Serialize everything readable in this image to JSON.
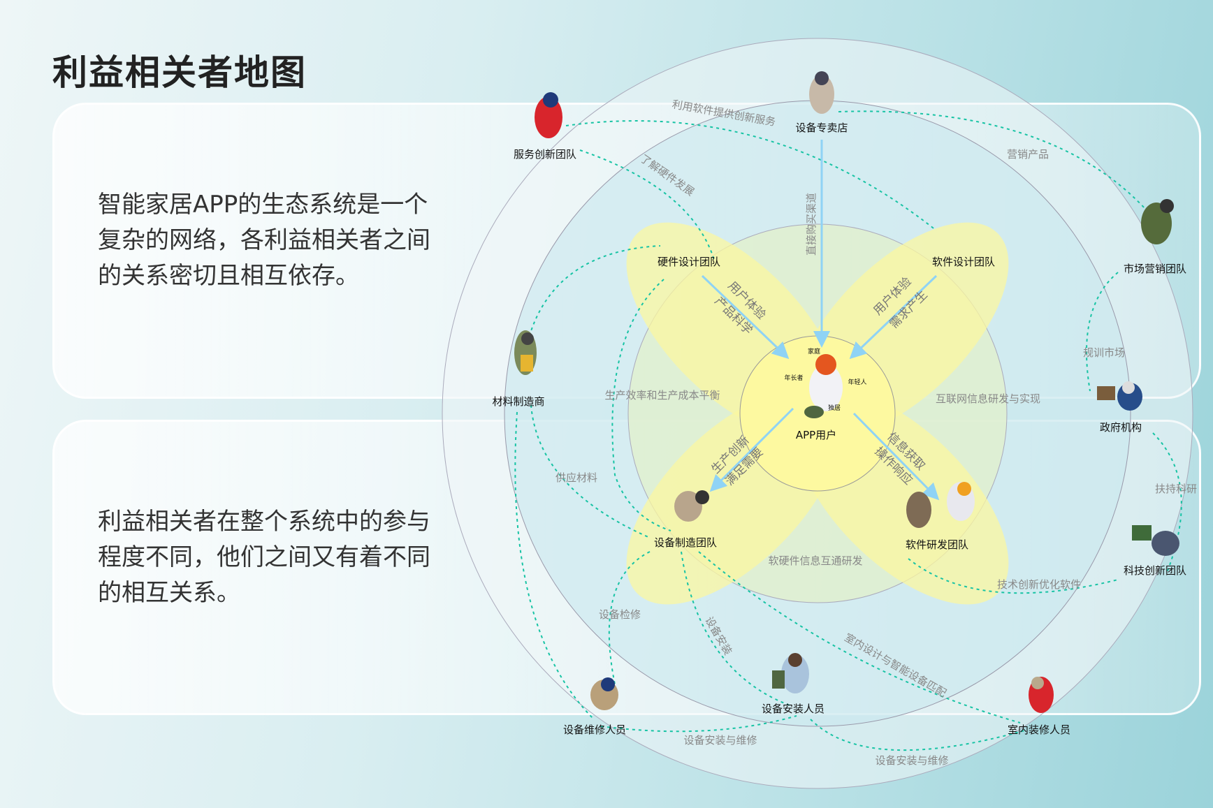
{
  "title": "利益相关者地图",
  "paragraphs": [
    [
      "智能家居APP的生态系统是一个",
      "复杂的网络，各利益相关者之间",
      "的关系密切且相互依存。"
    ],
    [
      "利益相关者在整个系统中的参与",
      "程度不同，他们之间又有着不同",
      "的相互关系。"
    ]
  ],
  "center": {
    "label": "APP用户",
    "segments": [
      "家庭",
      "年长者",
      "年轻人",
      "独居"
    ]
  },
  "nodes": {
    "store": "设备专卖店",
    "service": "服务创新团队",
    "marketing": "市场营销团队",
    "government": "政府机构",
    "tech": "科技创新团队",
    "decorator": "室内装修人员",
    "installer": "设备安装人员",
    "repairer": "设备维修人员",
    "material": "材料制造商",
    "hardware": "硬件设计团队",
    "software_design": "软件设计团队",
    "manufacturing": "设备制造团队",
    "software_dev": "软件研发团队"
  },
  "relations": {
    "hw_a": "用户体验",
    "hw_b": "产品科学",
    "sw_a": "用户体验",
    "sw_b": "需求产生",
    "mf_a": "生产创新",
    "mf_b": "满足需要",
    "dev_a": "信息获取",
    "dev_b": "操作响应"
  },
  "edges": {
    "e1": "利用软件提供创新服务",
    "e2": "营销产品",
    "e3": "了解硬件发展",
    "e4": "直接购买渠道",
    "e5": "生产效率和生产成本平衡",
    "e6": "互联网信息研发与实现",
    "e7": "规训市场",
    "e8": "扶持科研",
    "e9": "供应材料",
    "e10": "软硬件信息互通研发",
    "e11": "技术创新优化软件",
    "e12": "设备检修",
    "e13": "设备安装",
    "e14": "室内设计与智能设备匹配",
    "e15": "设备安装与维修",
    "e16": "设备安装与维修"
  },
  "colors": {
    "dashed": "#17c3a4",
    "arrow": "#8fd3f5",
    "petal": "#fbf7a0"
  }
}
